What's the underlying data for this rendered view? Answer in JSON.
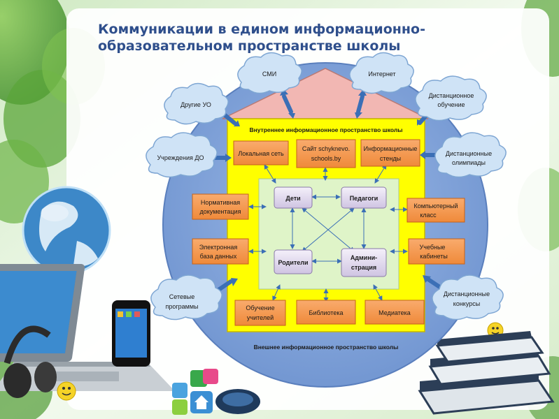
{
  "slide": {
    "title": "Коммуникации в едином информационно-образовательном пространстве школы"
  },
  "diagram": {
    "inner_space_title": "Внутреннее информационное пространство школы",
    "outer_space_title": "Внешнее информационное пространство школы",
    "clouds": {
      "smi": "СМИ",
      "internet": "Интернет",
      "other_uo": "Другие УО",
      "distance_learning": [
        "Дистанционное",
        "обучение"
      ],
      "do_institutions": "Учреждения ДО",
      "distance_olympiads": [
        "Дистанционные",
        "олимпиады"
      ],
      "network_programs": [
        "Сетевые",
        "программы"
      ],
      "distance_contests": [
        "Дистанционные",
        "конкурсы"
      ]
    },
    "resources": {
      "local_network": "Локальная сеть",
      "site": [
        "Сайт schyknevo.",
        "schools.by"
      ],
      "info_stands": [
        "Информационные",
        "стенды"
      ],
      "normative_docs": [
        "Нормативная",
        "документация"
      ],
      "computer_class": [
        "Компьютерный",
        "класс"
      ],
      "electronic_db": [
        "Электронная",
        "база данных"
      ],
      "study_rooms": [
        "Учебные",
        "кабинеты"
      ],
      "teacher_training": [
        "Обучение",
        "учителей"
      ],
      "library": "Библиотека",
      "media_library": "Медиатека"
    },
    "participants": {
      "children": "Дети",
      "teachers": "Педагоги",
      "parents": "Родители",
      "administration": [
        "Админи-",
        "страция"
      ]
    }
  },
  "colors": {
    "title": "#2f4f8c",
    "outer_circle": "#7da0d6",
    "roof": "#f2b7b3",
    "yellow_panel": "#ffff00",
    "center_panel": "#dff4c8",
    "orange_box": "#f79646",
    "node_box": "#e4dcf0",
    "cloud": "#cfe3f6",
    "arrow": "#3b6fb6"
  },
  "icons": [
    "globe-icon",
    "laptop-icon",
    "headphones-icon",
    "phone-icon",
    "books-icon",
    "mouse-icon",
    "smiley-icon",
    "app-icons"
  ]
}
